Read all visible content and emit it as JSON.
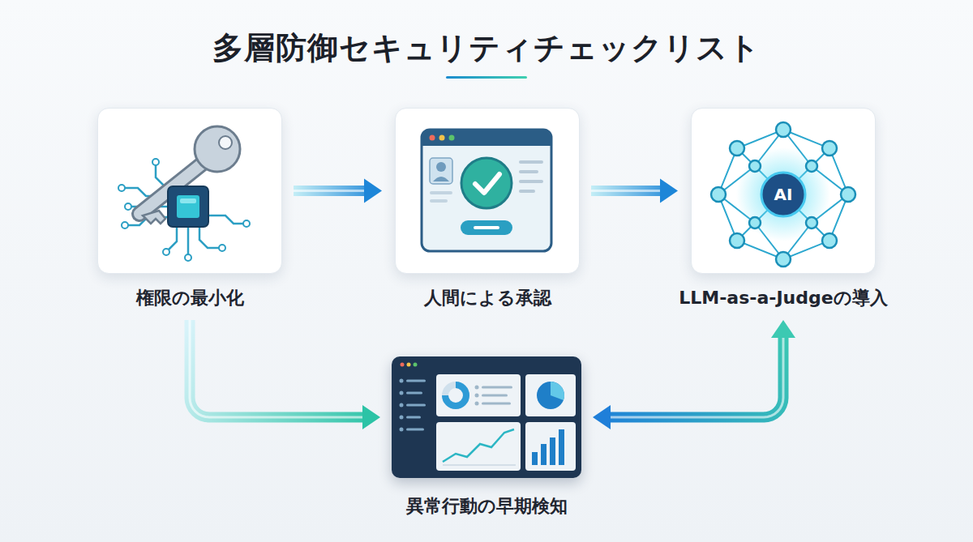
{
  "diagram": {
    "title": "多層防御セキュリティチェックリスト",
    "nodes": [
      {
        "text": [
          "権限の最小化"
        ]
      },
      {
        "text": [
          "人間による承認"
        ]
      },
      {
        "text": [
          "LLM-as-a-Judgeの導入"
        ]
      },
      {
        "text": [
          "異常行動の早期検知"
        ]
      }
    ],
    "edges": [
      {
        "from": 0,
        "to": 1,
        "arrow": "to"
      },
      {
        "from": 1,
        "to": 2,
        "arrow": "to"
      },
      {
        "from": 0,
        "to": 3,
        "arrow": "to"
      },
      {
        "from": 2,
        "to": 3,
        "arrow": "both"
      }
    ],
    "labels": [
      "AI"
    ]
  }
}
